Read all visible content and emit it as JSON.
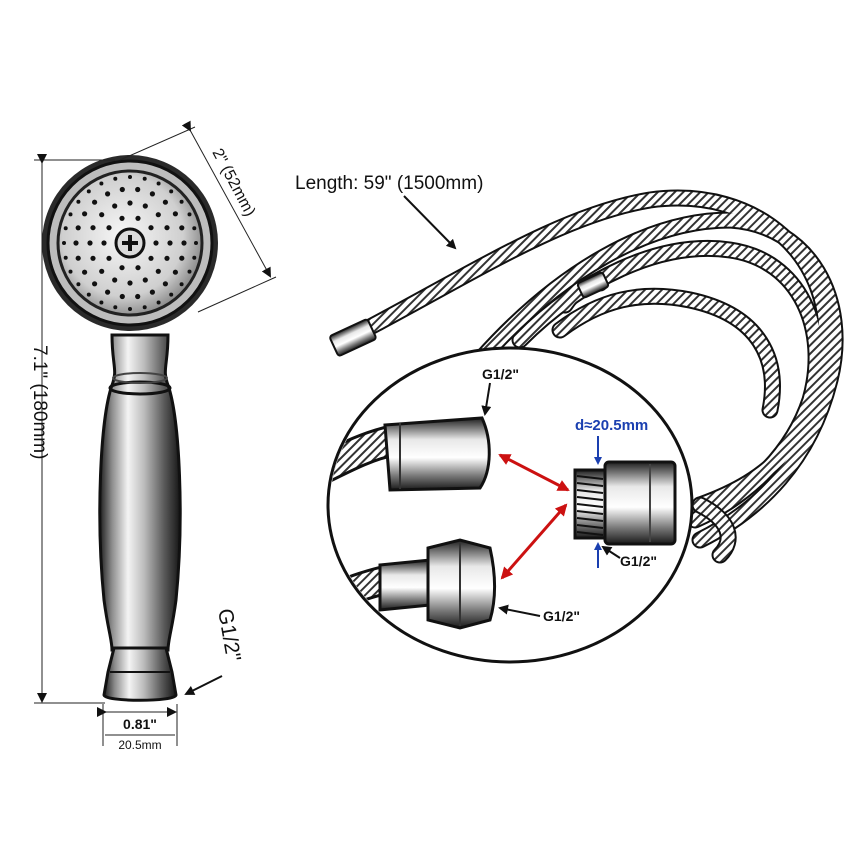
{
  "labels": {
    "length": "Length: 59\" (1500mm)",
    "head_diameter": "2\" (52mm)",
    "total_length": "7.1\" (180mm)",
    "handle_thread": "G1/2\"",
    "base_width_in": "0.81\"",
    "base_width_mm": "20.5mm",
    "inset_top_thread": "G1/2\"",
    "inset_diameter": "d≈20.5mm",
    "inset_adapter_thread": "G1/2\"",
    "inset_bottom_thread": "G1/2\""
  },
  "colors": {
    "line": "#111111",
    "metal_light": "#f2f2f2",
    "metal_mid": "#9a9a9a",
    "metal_dark": "#2a2a2a",
    "connector_arrow": "#cc1111",
    "diameter_label": "#1a3fb0"
  }
}
